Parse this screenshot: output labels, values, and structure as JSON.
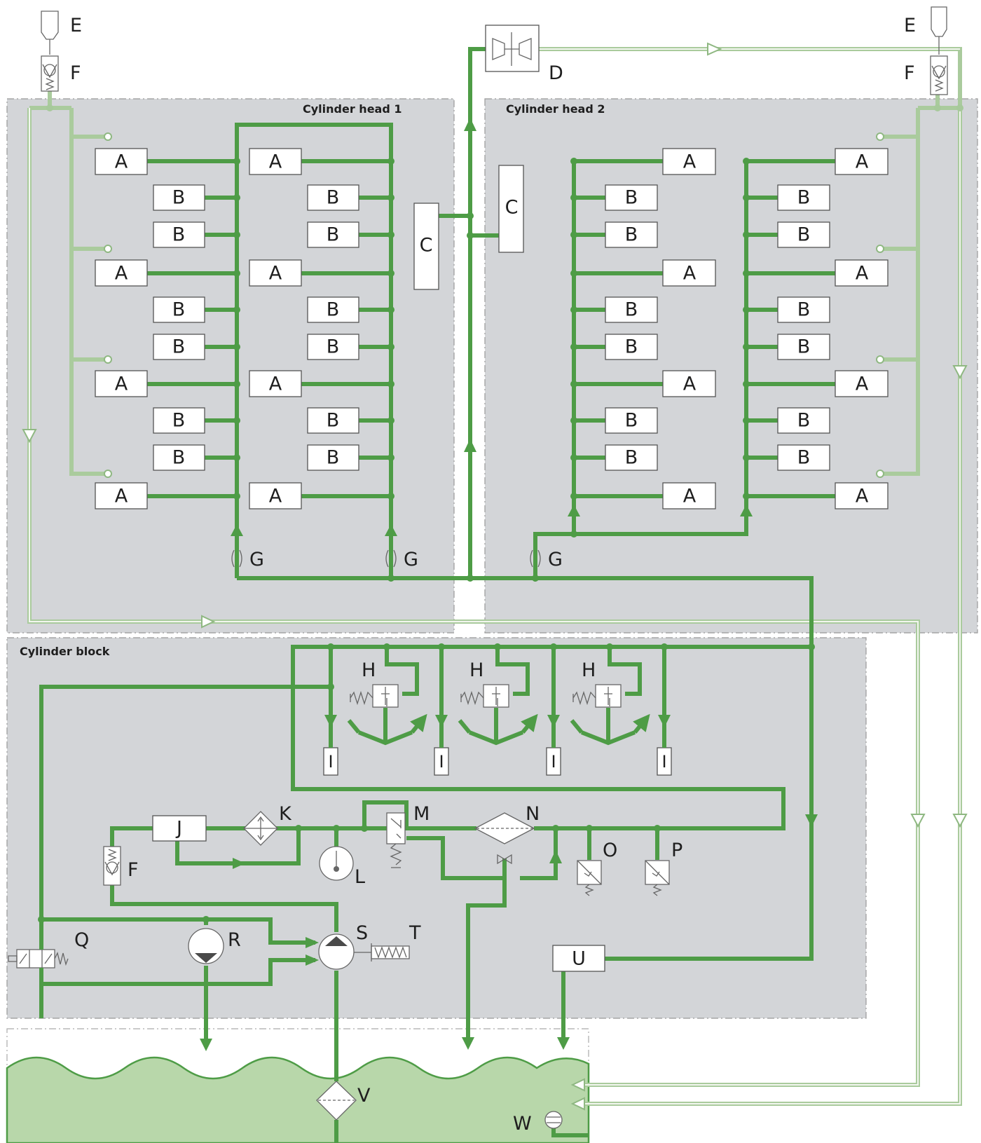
{
  "zones": {
    "cylinder_head_1": "Cylinder head 1",
    "cylinder_head_2": "Cylinder head 2",
    "cylinder_block": "Cylinder block"
  },
  "components": {
    "A": "A",
    "B": "B",
    "C": "C",
    "D": "D",
    "E": "E",
    "F": "F",
    "G": "G",
    "H": "H",
    "I": "I",
    "J": "J",
    "K": "K",
    "L": "L",
    "M": "M",
    "N": "N",
    "O": "O",
    "P": "P",
    "Q": "Q",
    "R": "R",
    "S": "S",
    "T": "T",
    "U": "U",
    "V": "V",
    "W": "W"
  },
  "colors": {
    "high_pressure_line": "#4e9c46",
    "low_pressure_line": "#aacb9d",
    "zone_fill": "#d3d5d8",
    "sump_oil": "#b8d7aa"
  }
}
